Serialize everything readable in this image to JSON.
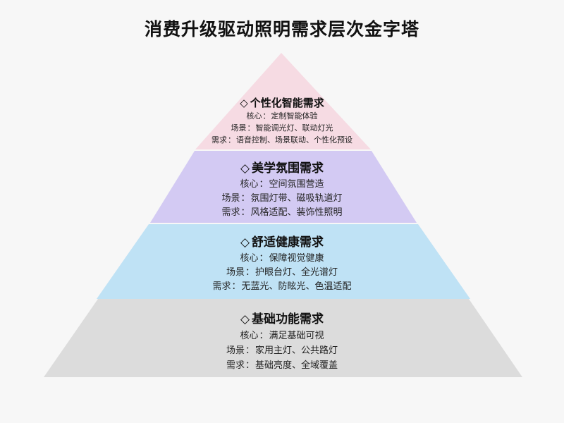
{
  "title": "消费升级驱动照明需求层次金字塔",
  "label_separator": "：",
  "layers": [
    {
      "heading": "个性化智能需求",
      "marker": "◇",
      "color": "#f6dbe3",
      "lines": [
        {
          "label": "核心",
          "text": "定制智能体验"
        },
        {
          "label": "场景",
          "text": "智能调光灯、联动灯光"
        },
        {
          "label": "需求",
          "text": "语音控制、场景联动、个性化预设"
        }
      ]
    },
    {
      "heading": "美学氛围需求",
      "marker": "◇",
      "color": "#d3caf3",
      "lines": [
        {
          "label": "核心",
          "text": "空间氛围营造"
        },
        {
          "label": "场景",
          "text": "氛围灯带、磁吸轨道灯"
        },
        {
          "label": "需求",
          "text": "风格适配、装饰性照明"
        }
      ]
    },
    {
      "heading": "舒适健康需求",
      "marker": "◇",
      "color": "#bfe2f5",
      "lines": [
        {
          "label": "核心",
          "text": "保障视觉健康"
        },
        {
          "label": "场景",
          "text": "护眼台灯、全光谱灯"
        },
        {
          "label": "需求",
          "text": "无蓝光、防眩光、色温适配"
        }
      ]
    },
    {
      "heading": "基础功能需求",
      "marker": "◇",
      "color": "#dcdcdc",
      "lines": [
        {
          "label": "核心",
          "text": "满足基础可视"
        },
        {
          "label": "场景",
          "text": "家用主灯、公共路灯"
        },
        {
          "label": "需求",
          "text": "基础亮度、全域覆盖"
        }
      ]
    }
  ]
}
